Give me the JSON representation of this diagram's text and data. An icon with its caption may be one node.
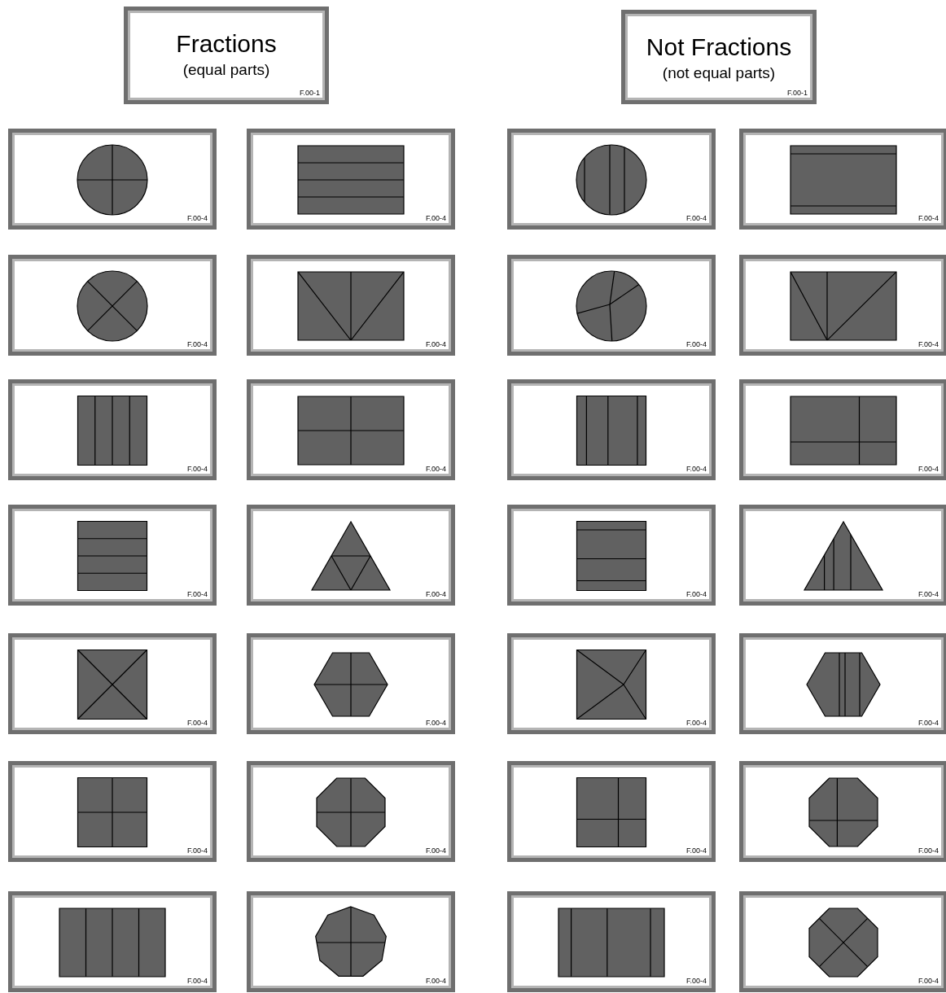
{
  "diagram": {
    "nodes": [
      {
        "text": [
          "Fractions",
          "(equal parts)",
          "F.00-1"
        ]
      },
      {
        "text": [
          "Not Fractions",
          "(not equal parts)",
          "F.00-1"
        ]
      },
      {
        "text": [
          "F.00-4"
        ]
      },
      {
        "text": [
          "F.00-4"
        ]
      },
      {
        "text": [
          "F.00-4"
        ]
      },
      {
        "text": [
          "F.00-4"
        ]
      },
      {
        "text": [
          "F.00-4"
        ]
      },
      {
        "text": [
          "F.00-4"
        ]
      },
      {
        "text": [
          "F.00-4"
        ]
      },
      {
        "text": [
          "F.00-4"
        ]
      },
      {
        "text": [
          "F.00-4"
        ]
      },
      {
        "text": [
          "F.00-4"
        ]
      },
      {
        "text": [
          "F.00-4"
        ]
      },
      {
        "text": [
          "F.00-4"
        ]
      },
      {
        "text": [
          "F.00-4"
        ]
      },
      {
        "text": [
          "F.00-4"
        ]
      },
      {
        "text": [
          "F.00-4"
        ]
      },
      {
        "text": [
          "F.00-4"
        ]
      },
      {
        "text": [
          "F.00-4"
        ]
      },
      {
        "text": [
          "F.00-4"
        ]
      },
      {
        "text": [
          "F.00-4"
        ]
      },
      {
        "text": [
          "F.00-4"
        ]
      },
      {
        "text": [
          "F.00-4"
        ]
      },
      {
        "text": [
          "F.00-4"
        ]
      },
      {
        "text": [
          "F.00-4"
        ]
      },
      {
        "text": [
          "F.00-4"
        ]
      },
      {
        "text": [
          "F.00-4"
        ]
      },
      {
        "text": [
          "F.00-4"
        ]
      },
      {
        "text": [
          "F.00-4"
        ]
      },
      {
        "text": [
          "F.00-4"
        ]
      }
    ]
  }
}
